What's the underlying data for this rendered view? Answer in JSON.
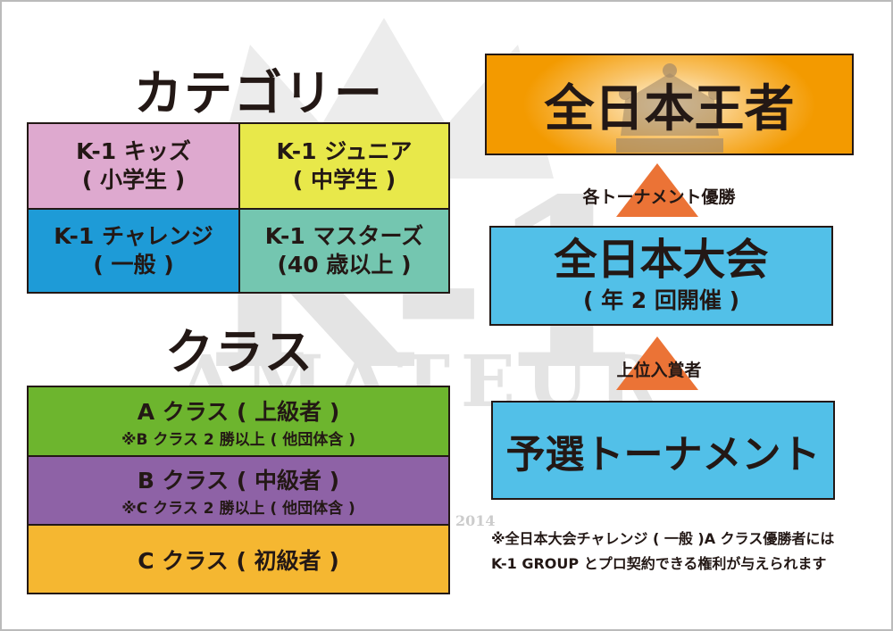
{
  "watermark": {
    "logo": "K-1",
    "word": "AMATEUR",
    "year": "2014"
  },
  "category": {
    "title": "カテゴリー",
    "cells": [
      {
        "name": "K-1 キッズ",
        "sub": "( 小学生 )",
        "color": "#dea9cf"
      },
      {
        "name": "K-1 ジュニア",
        "sub": "( 中学生 )",
        "color": "#e8e84a"
      },
      {
        "name": "K-1 チャレンジ",
        "sub": "( 一般 )",
        "color": "#1e9bd7"
      },
      {
        "name": "K-1 マスターズ",
        "sub": "(40 歳以上 )",
        "color": "#74c6b0"
      }
    ]
  },
  "class": {
    "title": "クラス",
    "rows": [
      {
        "name": "A クラス ( 上級者 )",
        "sub": "※B クラス 2 勝以上 ( 他団体含 )",
        "color": "#6db52e"
      },
      {
        "name": "B クラス ( 中級者 )",
        "sub": "※C クラス 2 勝以上 ( 他団体含 )",
        "color": "#8e62a6"
      },
      {
        "name": "C クラス ( 初級者 )",
        "color": "#f5b731"
      }
    ]
  },
  "pyramid": {
    "top": {
      "title": "全日本王者",
      "color": "#f39a00"
    },
    "arrow1": "各トーナメント優勝",
    "middle": {
      "title": "全日本大会",
      "sub": "( 年 2 回開催 )",
      "color": "#52c0e8"
    },
    "arrow2": "上位入賞者",
    "bottom": {
      "title": "予選トーナメント",
      "color": "#52c0e8"
    },
    "arrow_color": "#eb7336"
  },
  "note": {
    "line1": "※全日本大会チャレンジ ( 一般 )A クラス優勝者には",
    "line2": "K-1 GROUP とプロ契約できる権利が与えられます"
  }
}
